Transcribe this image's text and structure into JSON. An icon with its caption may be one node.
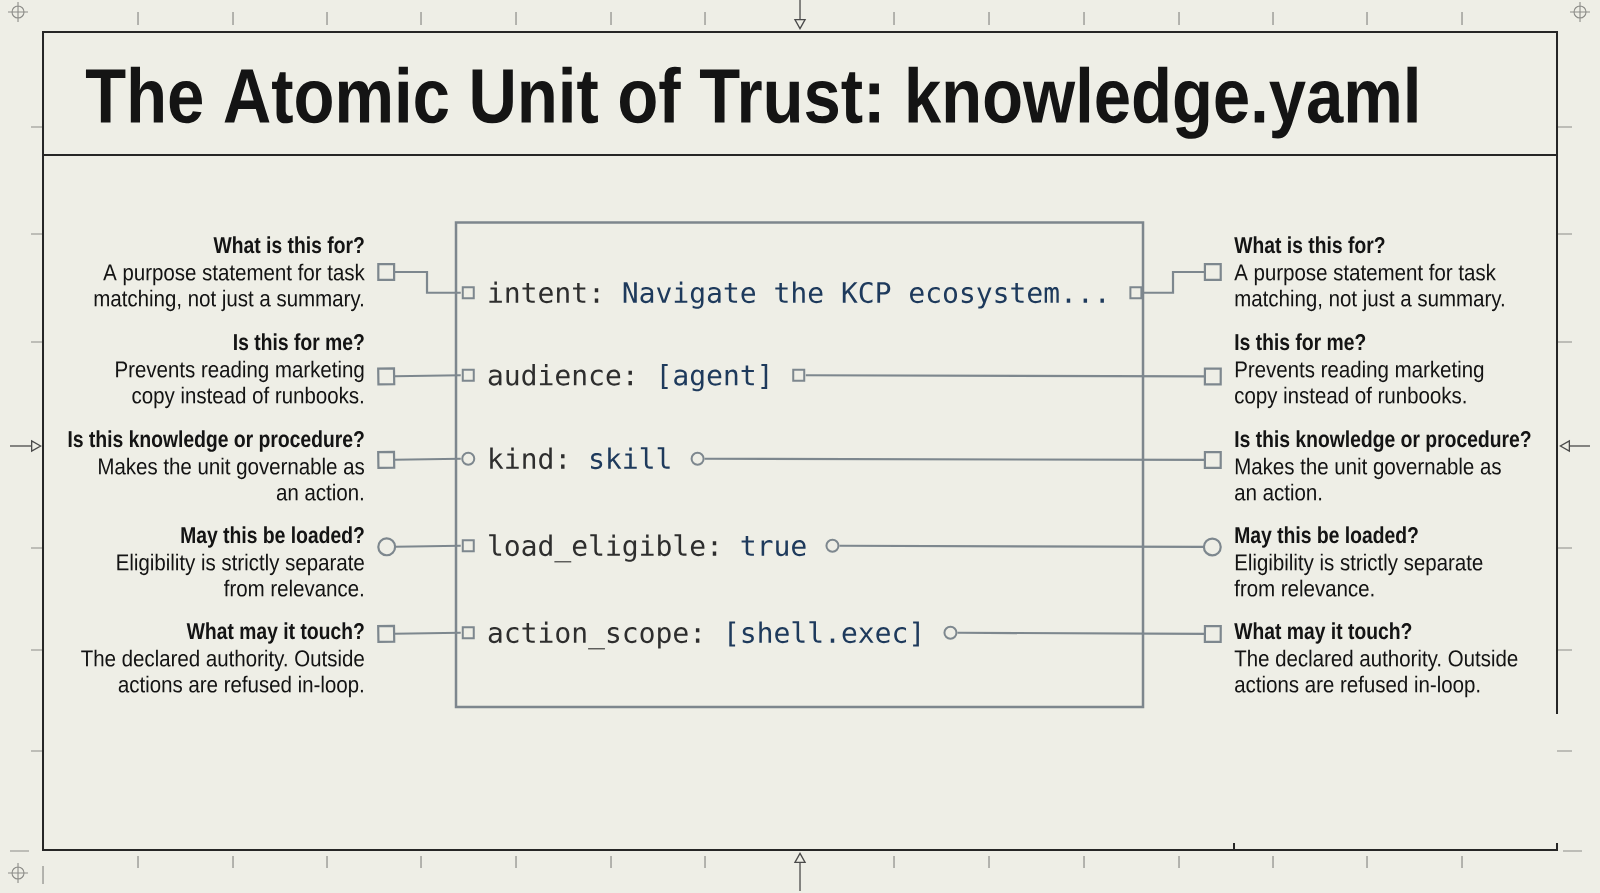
{
  "diagram": {
    "title": "The Atomic Unit of Trust: knowledge.yaml",
    "nodes": [
      {
        "text": [
          "What is this for?",
          "A purpose statement for task matching, not just a summary."
        ]
      },
      {
        "text": [
          "Is this for me?",
          "Prevents reading marketing copy instead of runbooks."
        ]
      },
      {
        "text": [
          "Is this knowledge or procedure?",
          "Makes the unit governable as an action."
        ]
      },
      {
        "text": [
          "May this be loaded?",
          "Eligibility is strictly separate from relevance."
        ]
      },
      {
        "text": [
          "What may it touch?",
          "The declared authority. Outside actions are refused in-loop."
        ]
      },
      {
        "text": [],
        "shape": "box"
      },
      {
        "text": [
          "intent:",
          "Navigate the KCP ecosystem..."
        ],
        "in": 5
      },
      {
        "text": [
          "audience:",
          "[agent]"
        ],
        "in": 5
      },
      {
        "text": [
          "kind:",
          "skill"
        ],
        "in": 5
      },
      {
        "text": [
          "load_eligible:",
          "true"
        ],
        "in": 5
      },
      {
        "text": [
          "action_scope:",
          "[shell.exec]"
        ],
        "in": 5
      },
      {
        "text": [
          "What is this for?",
          "A purpose statement for task matching, not just a summary."
        ]
      },
      {
        "text": [
          "Is this for me?",
          "Prevents reading marketing copy instead of runbooks."
        ]
      },
      {
        "text": [
          "Is this knowledge or procedure?",
          "Makes the unit governable as an action."
        ]
      },
      {
        "text": [
          "May this be loaded?",
          "Eligibility is strictly separate from relevance."
        ]
      },
      {
        "text": [
          "What may it touch?",
          "The declared authority. Outside actions are refused in-loop."
        ]
      }
    ],
    "edges": [
      {
        "from": 0,
        "to": 6,
        "arrow": "other"
      },
      {
        "from": 1,
        "to": 7,
        "arrow": "other"
      },
      {
        "from": 2,
        "to": 8,
        "arrow": "other"
      },
      {
        "from": 3,
        "to": 9,
        "arrow": "other"
      },
      {
        "from": 4,
        "to": 10,
        "arrow": "other"
      },
      {
        "from": 6,
        "to": 11,
        "arrow": "other"
      },
      {
        "from": 7,
        "to": 12,
        "arrow": "other"
      },
      {
        "from": 8,
        "to": 13,
        "arrow": "other"
      },
      {
        "from": 9,
        "to": 14,
        "arrow": "other"
      },
      {
        "from": 10,
        "to": 15,
        "arrow": "other"
      }
    ]
  }
}
